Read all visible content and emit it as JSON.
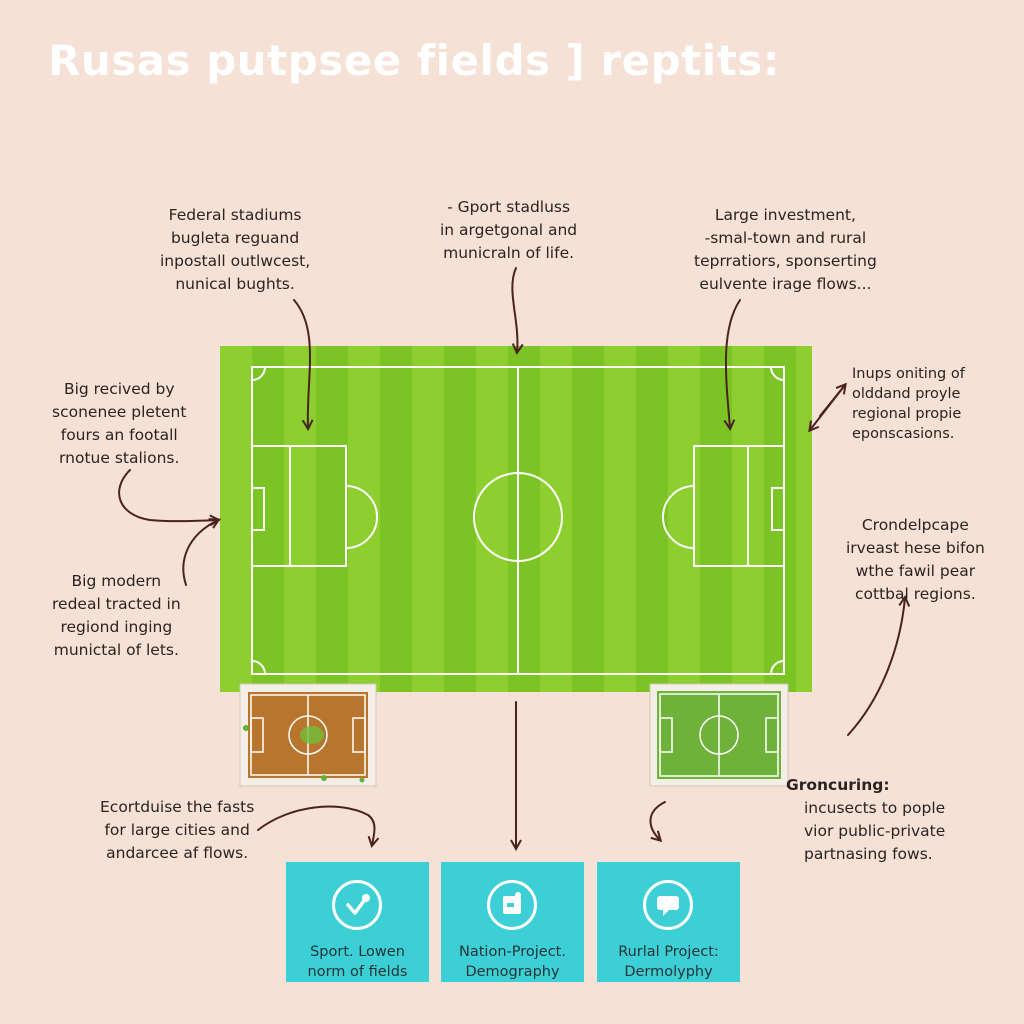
{
  "title": "Rusas putpsee fields ] reptits:",
  "notes": {
    "top_left": [
      "Federal stadiums",
      "bugleta reguand",
      "inpostall outlwcest,",
      "nunical bughts."
    ],
    "top_center": [
      "- Gport stadluss",
      "in argetgonal and",
      "municraln of life."
    ],
    "top_right": [
      "Large investment,",
      "-smal-town and rural",
      "teprratiors, sponserting",
      "eulvente irage flows..."
    ],
    "mid_left_top": [
      "Big recived by",
      "sconenee pletent",
      "fours an footall",
      "rnotue stalions."
    ],
    "mid_left_bottom": [
      "Big modern",
      "redeal tracted in",
      "regiond inging",
      "munictal of lets."
    ],
    "right_top": [
      "Inups oniting of",
      "olddand proyle",
      "regional propie",
      "eponscasions."
    ],
    "right_mid": [
      "Crondelpcape",
      "irveast hese bifon",
      "wthe fawil pear",
      "cottbal regions."
    ],
    "bottom_left": [
      "Ecortduise the fasts",
      "for large cities and",
      "andarcee af flows."
    ],
    "bottom_right": [
      "Groncuring:",
      "incusects to pople",
      "vior public-private",
      "partnasing fows."
    ]
  },
  "cards": [
    {
      "icon": "check-circle-icon",
      "lines": [
        "Sport. Lowen",
        "norm of fields"
      ]
    },
    {
      "icon": "document-icon",
      "lines": [
        "Nation-Project.",
        "Demography"
      ]
    },
    {
      "icon": "chat-bubble-icon",
      "lines": [
        "Rurlal Project:",
        "Dermolyphy"
      ]
    }
  ],
  "colors": {
    "background": "#f6e1d6",
    "pitch_light": "#8ccf2e",
    "pitch_dark": "#7ac223",
    "dirt_pitch": "#b8752e",
    "small_green_pitch": "#6fb23a",
    "card": "#3ccfd6",
    "arrow": "#4a2320"
  }
}
